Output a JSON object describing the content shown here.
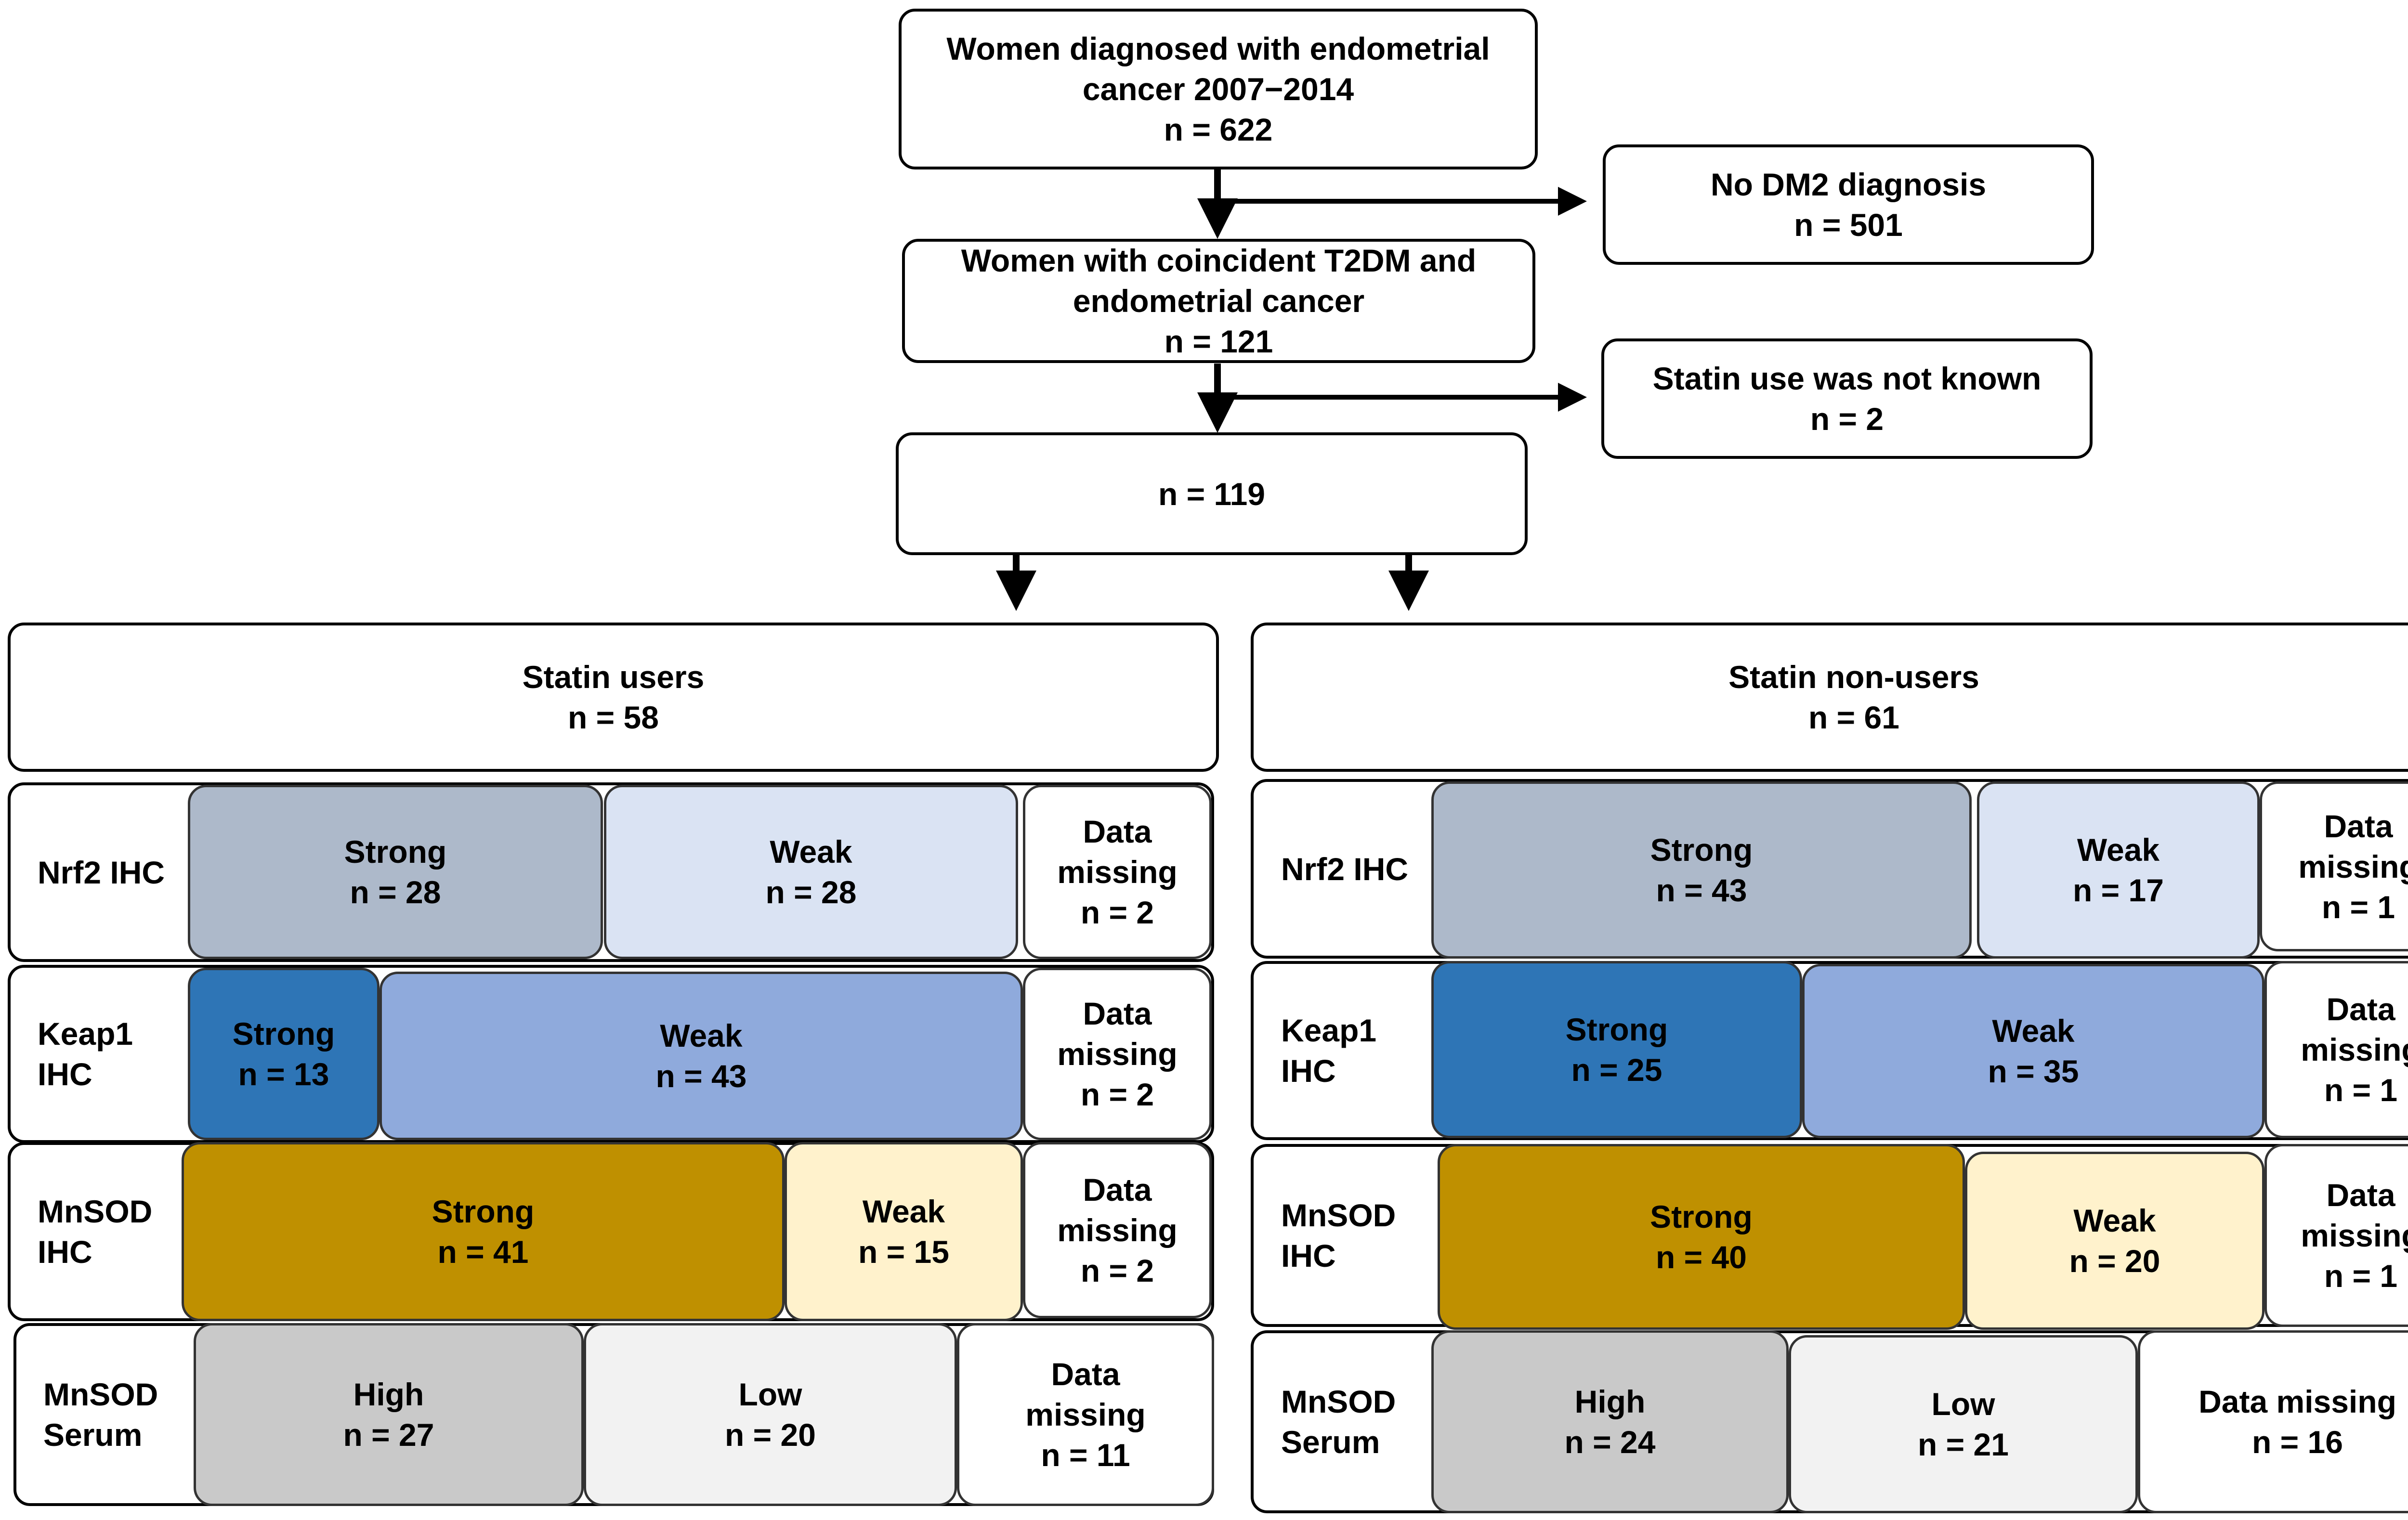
{
  "colors": {
    "nrf2_strong": "#adb9ca",
    "nrf2_weak": "#dae3f3",
    "keap1_strong": "#2e75b6",
    "keap1_weak": "#8faadc",
    "mnsod_strong": "#bf9000",
    "mnsod_weak": "#fff2cc",
    "serum_high": "#c9c9c9",
    "serum_low": "#f2f2f2",
    "missing": "#ffffff"
  },
  "flow": {
    "top": {
      "line1": "Women diagnosed with endometrial",
      "line2": "cancer 2007−2014",
      "line3": "n = 622"
    },
    "exclusion1": {
      "line1": "No DM2 diagnosis",
      "line2": "n = 501"
    },
    "middle": {
      "line1": "Women with coincident T2DM and",
      "line2": "endometrial cancer",
      "line3": "n = 121"
    },
    "exclusion2": {
      "line1": "Statin use was not known",
      "line2": "n = 2"
    },
    "final": {
      "line1": "n = 119"
    }
  },
  "groups": {
    "left": {
      "title": "Statin users",
      "n": "n = 58",
      "rows": [
        {
          "label1": "Nrf2 IHC",
          "label2": "",
          "a": {
            "l1": "Strong",
            "l2": "n = 28"
          },
          "b": {
            "l1": "Weak",
            "l2": "n = 28"
          },
          "c": {
            "l1": "Data",
            "l2": "missing",
            "l3": "n =  2"
          }
        },
        {
          "label1": "Keap1",
          "label2": "IHC",
          "a": {
            "l1": "Strong",
            "l2": "n = 13"
          },
          "b": {
            "l1": "Weak",
            "l2": "n = 43"
          },
          "c": {
            "l1": "Data",
            "l2": "missing",
            "l3": "n =  2"
          }
        },
        {
          "label1": "MnSOD",
          "label2": "IHC",
          "a": {
            "l1": "Strong",
            "l2": "n = 41"
          },
          "b": {
            "l1": "Weak",
            "l2": "n = 15"
          },
          "c": {
            "l1": "Data",
            "l2": "missing",
            "l3": "n =  2"
          }
        },
        {
          "label1": "MnSOD",
          "label2": "Serum",
          "a": {
            "l1": "High",
            "l2": "n = 27"
          },
          "b": {
            "l1": "Low",
            "l2": "n = 20"
          },
          "c": {
            "l1": "Data",
            "l2": "missing",
            "l3": "n =  11"
          }
        }
      ]
    },
    "right": {
      "title": "Statin non-users",
      "n": "n = 61",
      "rows": [
        {
          "label1": "Nrf2 IHC",
          "label2": "",
          "a": {
            "l1": "Strong",
            "l2": "n = 43"
          },
          "b": {
            "l1": "Weak",
            "l2": "n = 17"
          },
          "c": {
            "l1": "Data",
            "l2": "missing",
            "l3": "n =  1"
          }
        },
        {
          "label1": "Keap1",
          "label2": "IHC",
          "a": {
            "l1": "Strong",
            "l2": "n = 25"
          },
          "b": {
            "l1": "Weak",
            "l2": "n = 35"
          },
          "c": {
            "l1": "Data",
            "l2": "missing",
            "l3": "n =  1"
          }
        },
        {
          "label1": "MnSOD",
          "label2": "IHC",
          "a": {
            "l1": "Strong",
            "l2": "n = 40"
          },
          "b": {
            "l1": "Weak",
            "l2": "n = 20"
          },
          "c": {
            "l1": "Data",
            "l2": "missing",
            "l3": "n =  1"
          }
        },
        {
          "label1": "MnSOD",
          "label2": "Serum",
          "a": {
            "l1": "High",
            "l2": "n = 24"
          },
          "b": {
            "l1": "Low",
            "l2": "n = 21"
          },
          "c": {
            "l1": "Data missing",
            "l2": "n =  16",
            "l3": ""
          }
        }
      ]
    }
  }
}
